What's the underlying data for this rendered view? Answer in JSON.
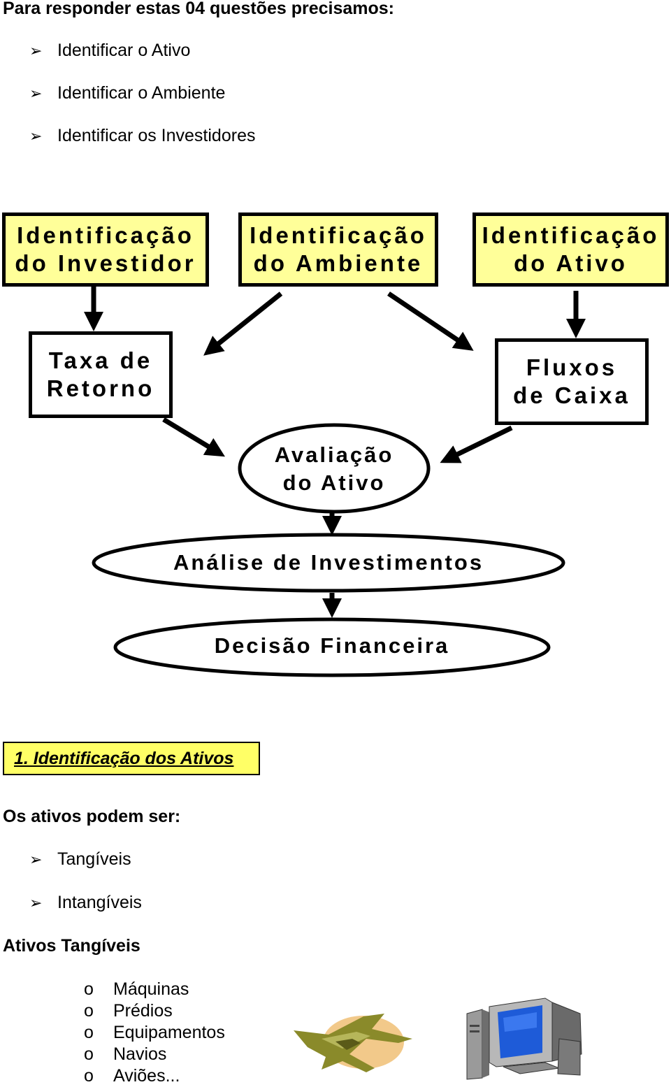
{
  "intro": {
    "heading": "Para responder estas 04 questões precisamos:",
    "bullet_icon": "arrowhead-bullet",
    "items": [
      "Identificar o Ativo",
      "Identificar o Ambiente",
      "Identificar os Investidores"
    ]
  },
  "diagram": {
    "box_investidor": [
      "Identificação",
      "do Investidor"
    ],
    "box_ambiente": [
      "Identificação",
      "do Ambiente"
    ],
    "box_ativo": [
      "Identificação",
      "do Ativo"
    ],
    "box_taxa": [
      "Taxa de",
      "Retorno"
    ],
    "box_fluxos": [
      "Fluxos",
      "de Caixa"
    ],
    "ellipse_avaliacao": [
      "Avaliação",
      "do Ativo"
    ],
    "ellipse_analise": "Análise de Investimentos",
    "ellipse_decisao": "Decisão Financeira",
    "colors": {
      "box_fill": "#ffff99",
      "white": "#ffffff",
      "stroke": "#000000"
    }
  },
  "section": {
    "title": "1. Identificação dos Ativos",
    "title_bg": "#ffff66",
    "lead": "Os ativos podem ser:",
    "types": [
      "Tangíveis",
      "Intangíveis"
    ],
    "tangible_heading": "Ativos Tangíveis",
    "tangible_items": [
      "Máquinas",
      "Prédios",
      "Equipamentos",
      "Navios",
      "Aviões..."
    ],
    "tangible_marker": "o"
  },
  "clipart": [
    "airplane-clipart",
    "computer-clipart"
  ]
}
